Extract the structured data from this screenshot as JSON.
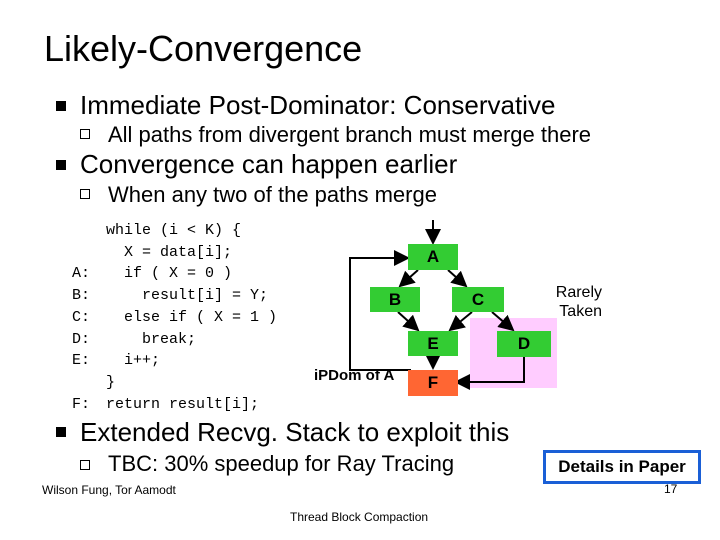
{
  "title": "Likely-Convergence",
  "bullets": [
    {
      "text": "Immediate Post-Dominator: Conservative",
      "sub": [
        "All paths from divergent branch must merge there"
      ]
    },
    {
      "text": "Convergence can happen earlier",
      "sub": [
        "When any two of the paths merge"
      ]
    },
    {
      "text": "Extended Recvg. Stack to exploit this",
      "sub": [
        "TBC: 30% speedup for Ray Tracing"
      ]
    }
  ],
  "code": {
    "labels": "\n\nA:\nB:\nC:\nD:\nE:\n\nF:",
    "lines": "while (i < K) {\n  X = data[i];\n  if ( X = 0 )\n    result[i] = Y;\n  else if ( X = 1 )\n    break;\n  i++;\n}\nreturn result[i];"
  },
  "diagram": {
    "nodes": {
      "a": "A",
      "b": "B",
      "c": "C",
      "e": "E",
      "d": "D",
      "f": "F"
    },
    "ipdom_label": "iPDom of A",
    "rarely_taken": "Rarely\nTaken",
    "colors": {
      "node_green": "#33cc33",
      "node_orange": "#ff6633",
      "highlight_pink": "#ffccff"
    }
  },
  "details_box": "Details in Paper",
  "footer": {
    "left": "Wilson Fung, Tor Aamodt",
    "center": "Thread Block Compaction",
    "page": "17"
  }
}
